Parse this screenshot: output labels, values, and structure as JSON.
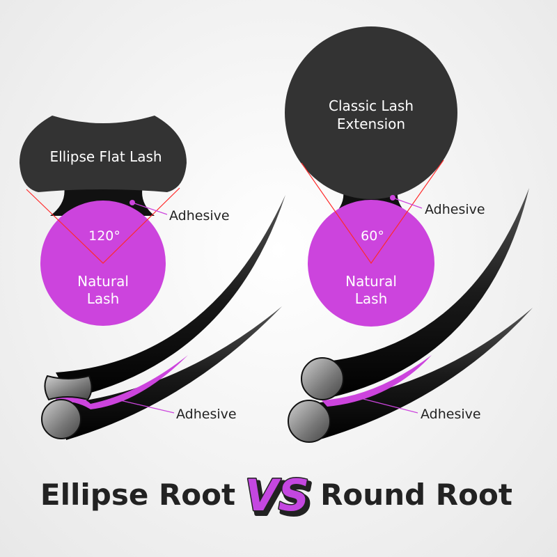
{
  "left": {
    "lash_label": "Ellipse Flat Lash",
    "angle": "120°",
    "natural_line1": "Natural",
    "natural_line2": "Lash",
    "adhesive_top": "Adhesive",
    "adhesive_bottom": "Adhesive",
    "title": "Ellipse Root"
  },
  "right": {
    "lash_line1": "Classic Lash",
    "lash_line2": "Extension",
    "angle": "60°",
    "natural_line1": "Natural",
    "natural_line2": "Lash",
    "adhesive_top": "Adhesive",
    "adhesive_bottom": "Adhesive",
    "title": "Round Root"
  },
  "vs_label": "VS",
  "colors": {
    "lash_dark": "#333333",
    "natural_lash": "#cc44dd",
    "adhesive": "#cc44dd",
    "angle_line": "#ff2a2a",
    "text_dark": "#222222",
    "vs_fill": "#c447e0"
  }
}
